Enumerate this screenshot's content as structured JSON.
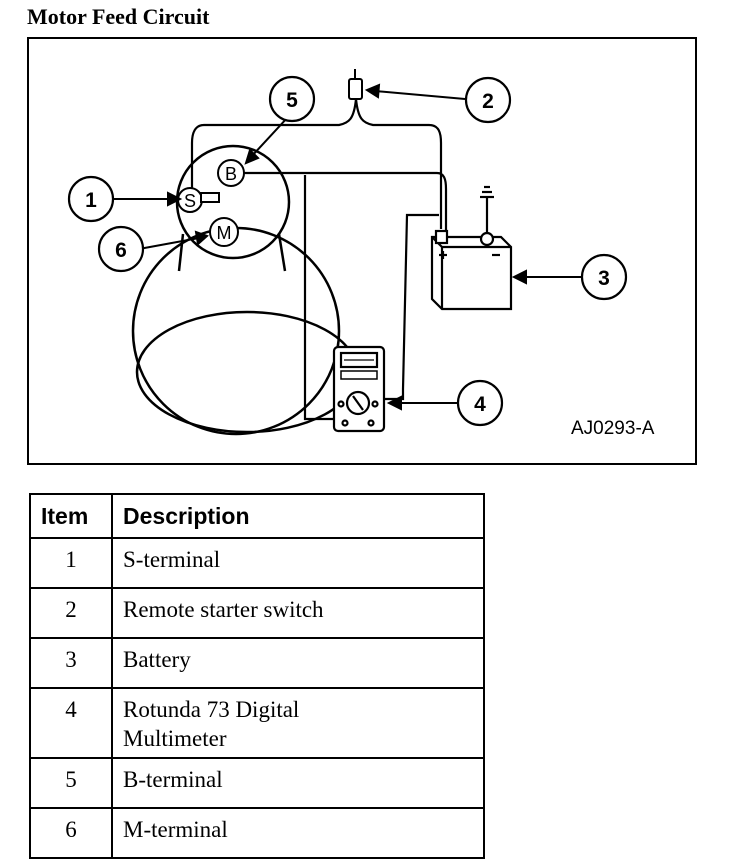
{
  "title": "Motor Feed Circuit",
  "figure": {
    "reference": "AJ0293-A",
    "callouts": [
      "1",
      "2",
      "3",
      "4",
      "5",
      "6"
    ],
    "terminal_letters": {
      "s": "S",
      "b": "B",
      "m": "M"
    }
  },
  "table": {
    "headers": {
      "item": "Item",
      "description": "Description"
    },
    "rows": [
      {
        "item": "1",
        "description": "S-terminal"
      },
      {
        "item": "2",
        "description": "Remote starter switch"
      },
      {
        "item": "3",
        "description": "Battery"
      },
      {
        "item": "4",
        "description": "Rotunda 73 Digital\nMultimeter"
      },
      {
        "item": "5",
        "description": "B-terminal"
      },
      {
        "item": "6",
        "description": "M-terminal"
      }
    ]
  }
}
